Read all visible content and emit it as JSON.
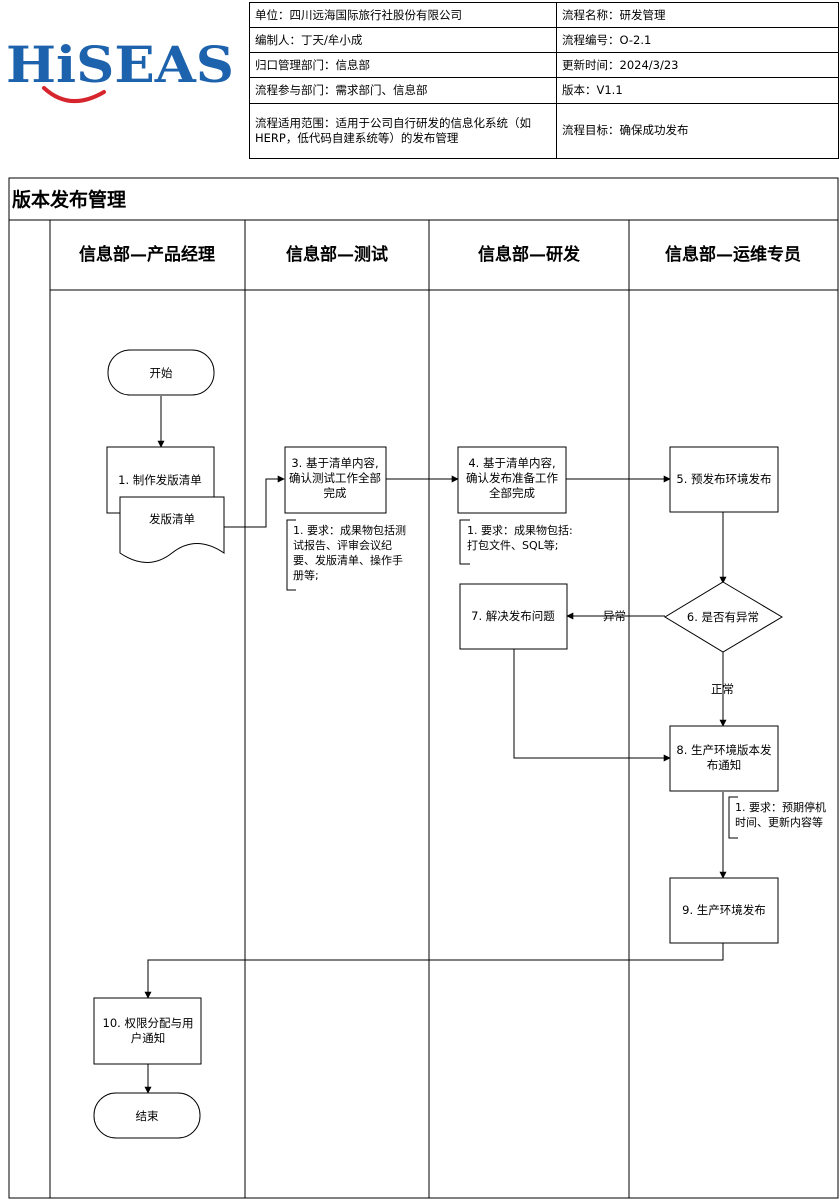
{
  "logo": {
    "text": "HiSEAS",
    "color": "#1d62ad",
    "smile_color": "#d7252d"
  },
  "info": {
    "org_label": "单位：",
    "org": "四川远海国际旅行社股份有限公司",
    "flow_name_label": "流程名称：",
    "flow_name": "研发管理",
    "editor_label": "编制人：",
    "editor": "丁天/牟小成",
    "flow_no_label": "流程编号：",
    "flow_no": "O-2.1",
    "dept_label": "归口管理部门：",
    "dept": "信息部",
    "updated_label": "更新时间：",
    "updated": "2024/3/23",
    "participants_label": "流程参与部门：",
    "participants": "需求部门、信息部",
    "version_label": "版本：",
    "version": "V1.1",
    "scope_label": "流程适用范围：",
    "scope_line1": "适用于公司自行研发的信息化系统（如",
    "scope_line2": "HERP，低代码自建系统等）的发布管理",
    "goal_label": "流程目标：",
    "goal": "确保成功发布"
  },
  "diagram": {
    "title": "版本发布管理",
    "lanes": [
      "信息部—产品经理",
      "信息部—测试",
      "信息部—研发",
      "信息部—运维专员"
    ],
    "start": "开始",
    "end": "结束",
    "step1": "1. 制作发版清单",
    "doc1": "发版清单",
    "step3": [
      "3. 基于清单内容,",
      "确认测试工作全部",
      "完成"
    ],
    "note3": [
      "1. 要求：成果物包括测",
      "试报告、评审会议纪",
      "要、发版清单、操作手",
      "册等;"
    ],
    "step4": [
      "4. 基于清单内容,",
      "确认发布准备工作",
      "全部完成"
    ],
    "note4": [
      "1. 要求：成果物包括:",
      "打包文件、SQL等;"
    ],
    "step5": "5. 预发布环境发布",
    "step6": "6. 是否有异常",
    "label_abnormal": "异常",
    "label_normal": "正常",
    "step7": "7. 解决发布问题",
    "step8": [
      "8. 生产环境版本发",
      "布通知"
    ],
    "note8": [
      "1. 要求：预期停机",
      "时间、更新内容等"
    ],
    "step9": "9. 生产环境发布",
    "step10": [
      "10. 权限分配与用",
      "户通知"
    ]
  }
}
